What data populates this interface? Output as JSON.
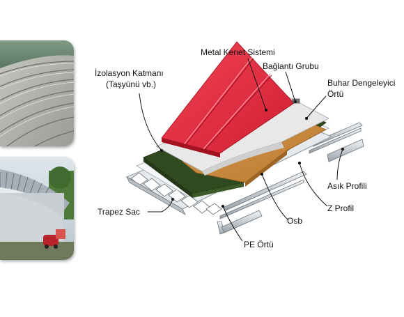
{
  "labels": {
    "metal_kenet": "Metal Kenet Sistemi",
    "baglanti": "Bağlantı Grubu",
    "izolasyon_1": "İzolasyon Katmanı",
    "izolasyon_2": "(Taşyünü vb.)",
    "buhar_1": "Buhar Dengeleyici",
    "buhar_2": "Örtü",
    "asik": "Asık Profili",
    "z_profil": "Z Profil",
    "trapez": "Trapez Sac",
    "osb": "Osb",
    "pe_ortu": "PE Örtü"
  },
  "colors": {
    "roof_red": "#e4243a",
    "membrane": "#e8e8e8",
    "osb": "#c98a3e",
    "insulation": "#2f4a1f",
    "steel": "#c9ced3"
  }
}
